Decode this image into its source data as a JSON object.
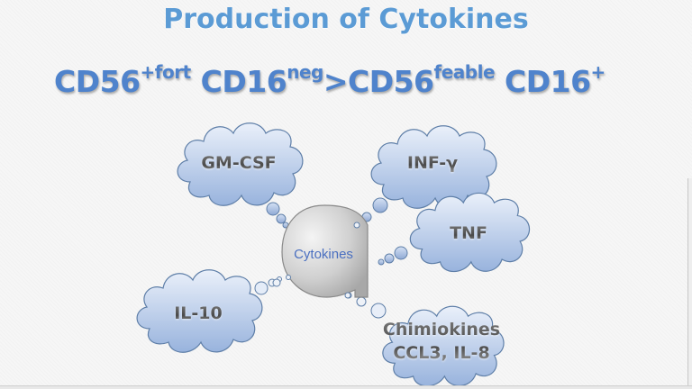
{
  "slide": {
    "title": "Production of Cytokines",
    "subtitle": {
      "parts": [
        {
          "base": "CD56",
          "sup": "+fort"
        },
        {
          "base": " CD16",
          "sup": "neg"
        },
        {
          "base": ">CD56",
          "sup": "feable"
        },
        {
          "base": " CD16",
          "sup": "+"
        }
      ]
    },
    "center": {
      "label": "Cytokines"
    },
    "clouds": [
      {
        "id": "gm-csf",
        "label": "GM-CSF"
      },
      {
        "id": "inf-gamma",
        "label": "INF-γ"
      },
      {
        "id": "tnf",
        "label": "TNF"
      },
      {
        "id": "il-10",
        "label": "IL-10"
      },
      {
        "id": "chemokines",
        "line1": "Chimiokines",
        "line2": "CCL3, IL-8"
      }
    ]
  },
  "colors": {
    "title": "#5b9bd5",
    "subtitle": "#4f83cc",
    "cloud_fill_top": "#e4ecf8",
    "cloud_fill_bottom": "#9fb9e0",
    "cloud_stroke": "#5f7fa8",
    "center_fill": "#c8c8c8",
    "center_text": "#4a6fc0"
  }
}
